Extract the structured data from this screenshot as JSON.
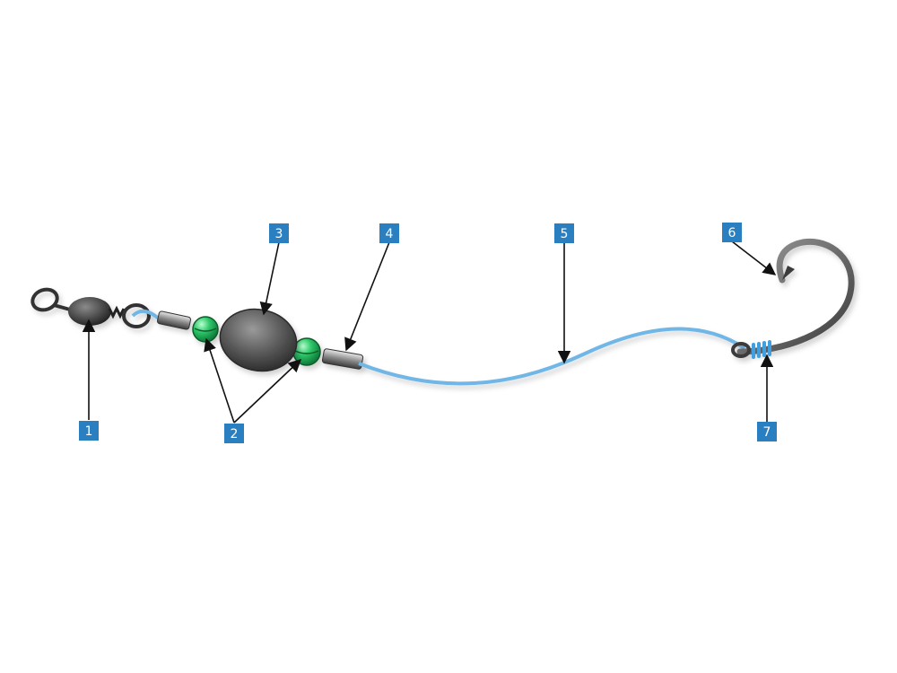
{
  "labels": {
    "swivel": "1",
    "beads": "2",
    "egg_sinker": "3",
    "crimp_sleeve": "4",
    "leader_line": "5",
    "circle_hook": "6",
    "snell_knot": "7"
  },
  "colors": {
    "badge": "#2a7fc0",
    "badge_text": "#ffffff",
    "leader": "#6fb6e6",
    "bead": "#2fc86a",
    "metal": "#4a4a4a",
    "arrow": "#111111"
  }
}
